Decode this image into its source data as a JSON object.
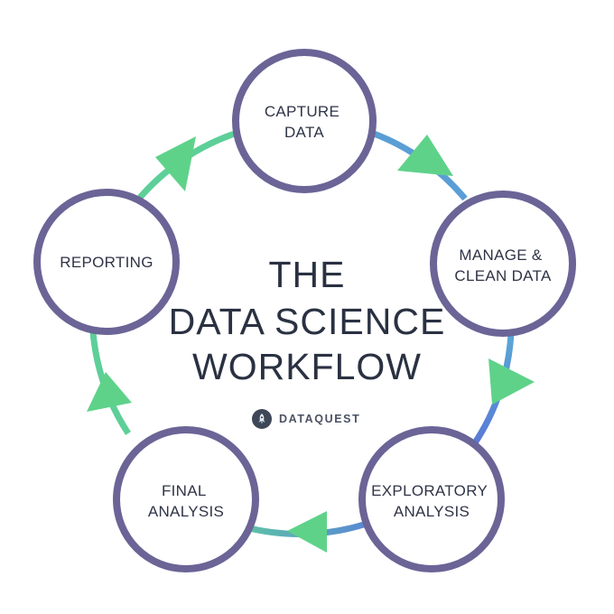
{
  "title": {
    "line1": "THE",
    "line2": "DATA SCIENCE",
    "line3": "WORKFLOW"
  },
  "brand": {
    "text": "DATAQUEST",
    "logo_icon": "rocket-icon"
  },
  "nodes": [
    {
      "lines": [
        "CAPTURE",
        "DATA"
      ]
    },
    {
      "lines": [
        "MANAGE &",
        "CLEAN DATA"
      ]
    },
    {
      "lines": [
        "EXPLORATORY",
        "ANALYSIS"
      ]
    },
    {
      "lines": [
        "FINAL",
        "ANALYSIS"
      ]
    },
    {
      "lines": [
        "REPORTING"
      ]
    }
  ],
  "colors": {
    "circle_stroke": "#6b6496",
    "arrow_fill": "#5fd28a",
    "ring_green": "#5dc99e",
    "ring_blue": "#5a86d6",
    "text": "#2f3447"
  }
}
